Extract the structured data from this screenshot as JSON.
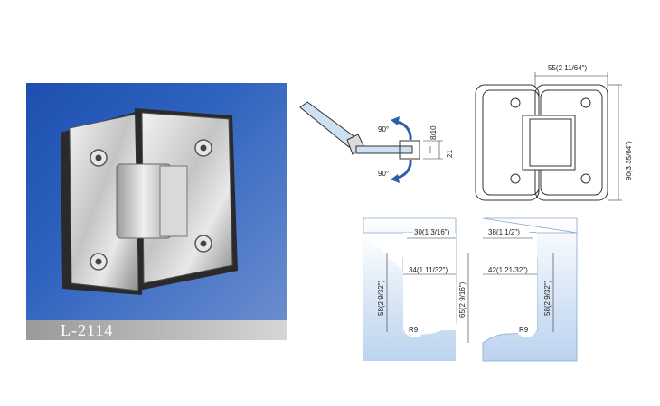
{
  "product": {
    "model_code": "L-2114"
  },
  "side_view": {
    "angle_top": "90°",
    "angle_bottom": "90°",
    "dim_glass_thickness": "8/10",
    "dim_body_thickness": "21"
  },
  "front_view": {
    "dim_width": "55(2 11/64\")",
    "dim_height": "90(3 35/64\")"
  },
  "glass_cutout": {
    "left_top_width": "30(1 3/16\")",
    "left_inner_width": "34(1 11/32\")",
    "left_height": "58(2 9/32\")",
    "left_radius": "R9",
    "center_height": "65(2 9/16\")",
    "right_top_width": "38(1 1/2\")",
    "right_inner_width": "42(1 21/32\")",
    "right_height": "58(2 9/32\")",
    "right_radius": "R9"
  },
  "colors": {
    "panel_blue": "#2f63bf",
    "glass_blue": "#bcd3ef",
    "chrome": "#c8c8c8"
  }
}
